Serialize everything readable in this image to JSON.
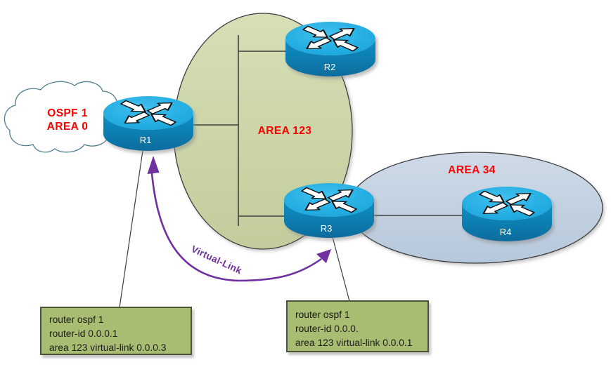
{
  "cloud": {
    "line1": "OSPF 1",
    "line2": "AREA 0"
  },
  "areas": {
    "area123": {
      "label": "AREA 123",
      "fill": "#c9d2a6"
    },
    "area34": {
      "label": "AREA 34",
      "fill": "#c2d1e3"
    }
  },
  "routers": [
    {
      "id": "R1",
      "label": "R1"
    },
    {
      "id": "R2",
      "label": "R2"
    },
    {
      "id": "R3",
      "label": "R3"
    },
    {
      "id": "R4",
      "label": "R4"
    }
  ],
  "virtual_link": {
    "label": "Virtual-Link"
  },
  "config_boxes": {
    "left": {
      "lines": [
        "router ospf 1",
        "router-id 0.0.0.1",
        "area 123 virtual-link 0.0.0.3"
      ]
    },
    "right": {
      "lines": [
        "router ospf 1",
        "router-id 0.0.0.",
        "area 123 virtual-link 0.0.0.1"
      ]
    }
  },
  "connections": [
    "R1 - shared segment (AREA 123)",
    "R2 - shared segment (AREA 123)",
    "R3 - shared segment (AREA 123)",
    "R3 - R4 (AREA 34)",
    "R1 - R3 virtual-link"
  ],
  "colors": {
    "red_label": "#fe0000",
    "purple": "#7030a0",
    "area123_fill": "#c9d2a6",
    "area34_fill": "#c2d1e3",
    "shape_stroke": "#3c3c3c",
    "box_fill": "#a9bd72",
    "box_border": "#4a5338",
    "router_face": "#17a5dd",
    "router_body": "#0c76a8",
    "cloud_stroke": "#527d8d",
    "line": "#3e3e3e"
  }
}
